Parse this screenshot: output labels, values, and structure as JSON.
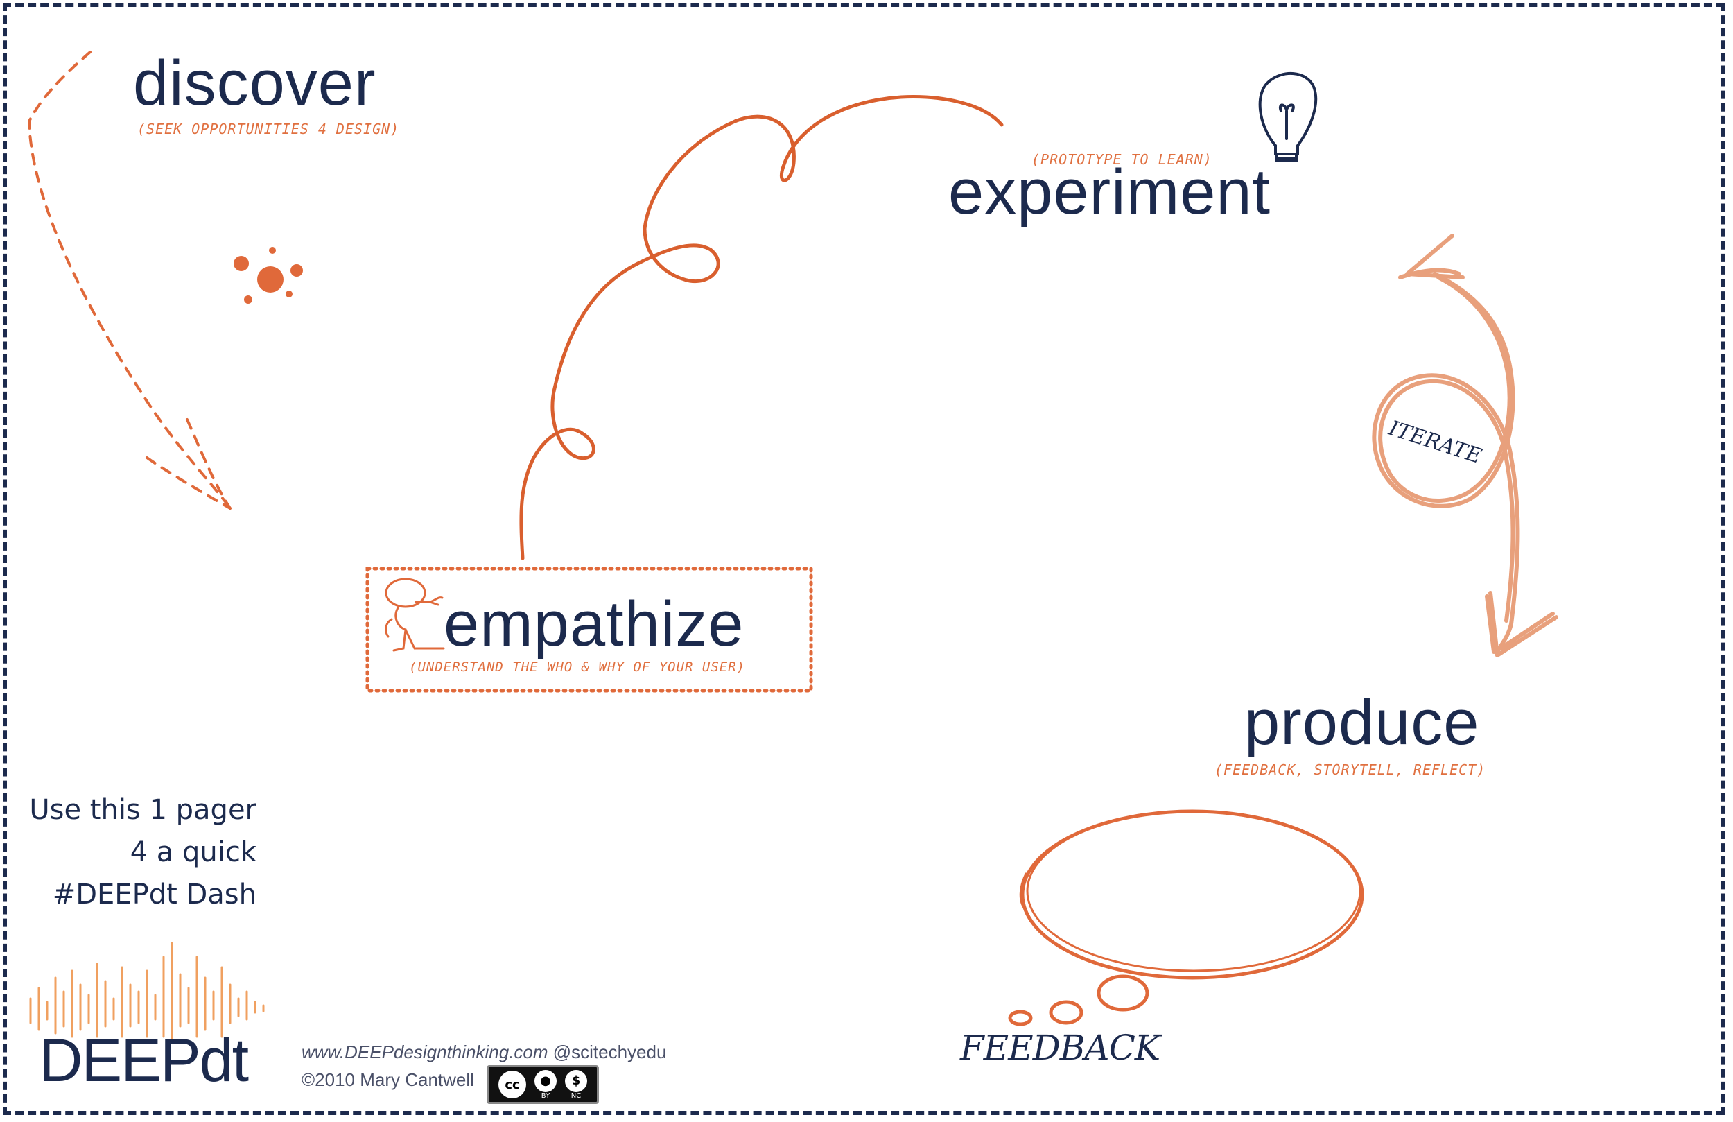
{
  "stages": {
    "discover": {
      "title": "discover",
      "subtitle": "(seek opportunities 4 design)"
    },
    "experiment": {
      "title": "experiment",
      "subtitle": "(prototype to learn)"
    },
    "empathize": {
      "title": "empathize",
      "subtitle": "(understand the WHO & WHY of your User)"
    },
    "produce": {
      "title": "produce",
      "subtitle": "(feedback, storytell, reflect)"
    }
  },
  "iterate_label": "ITERATE",
  "feedback_label": "FEEDBACK",
  "side_note": {
    "line1": "Use this 1 pager",
    "line2": "4 a quick",
    "line3": "#DEEPdt Dash"
  },
  "logo": {
    "text": "DEEPdt"
  },
  "footer": {
    "website": "www.DEEPdesignthinking.com",
    "handle": "@scitechyedu",
    "copyright": "©2010 Mary Cantwell"
  },
  "license_badge": {
    "left": "cc",
    "by": "BY",
    "nc": "NC"
  },
  "colors": {
    "navy": "#1c2a4d",
    "orange": "#e0693a",
    "salmon": "#e8a07c",
    "light_orange": "#f0b080"
  },
  "icons": [
    "lightbulb-icon",
    "splash-dots-icon",
    "stick-figure-icon",
    "thought-bubble-icon",
    "dashed-arrow-icon",
    "iterate-loop-arrow-icon",
    "creative-commons-icon"
  ]
}
